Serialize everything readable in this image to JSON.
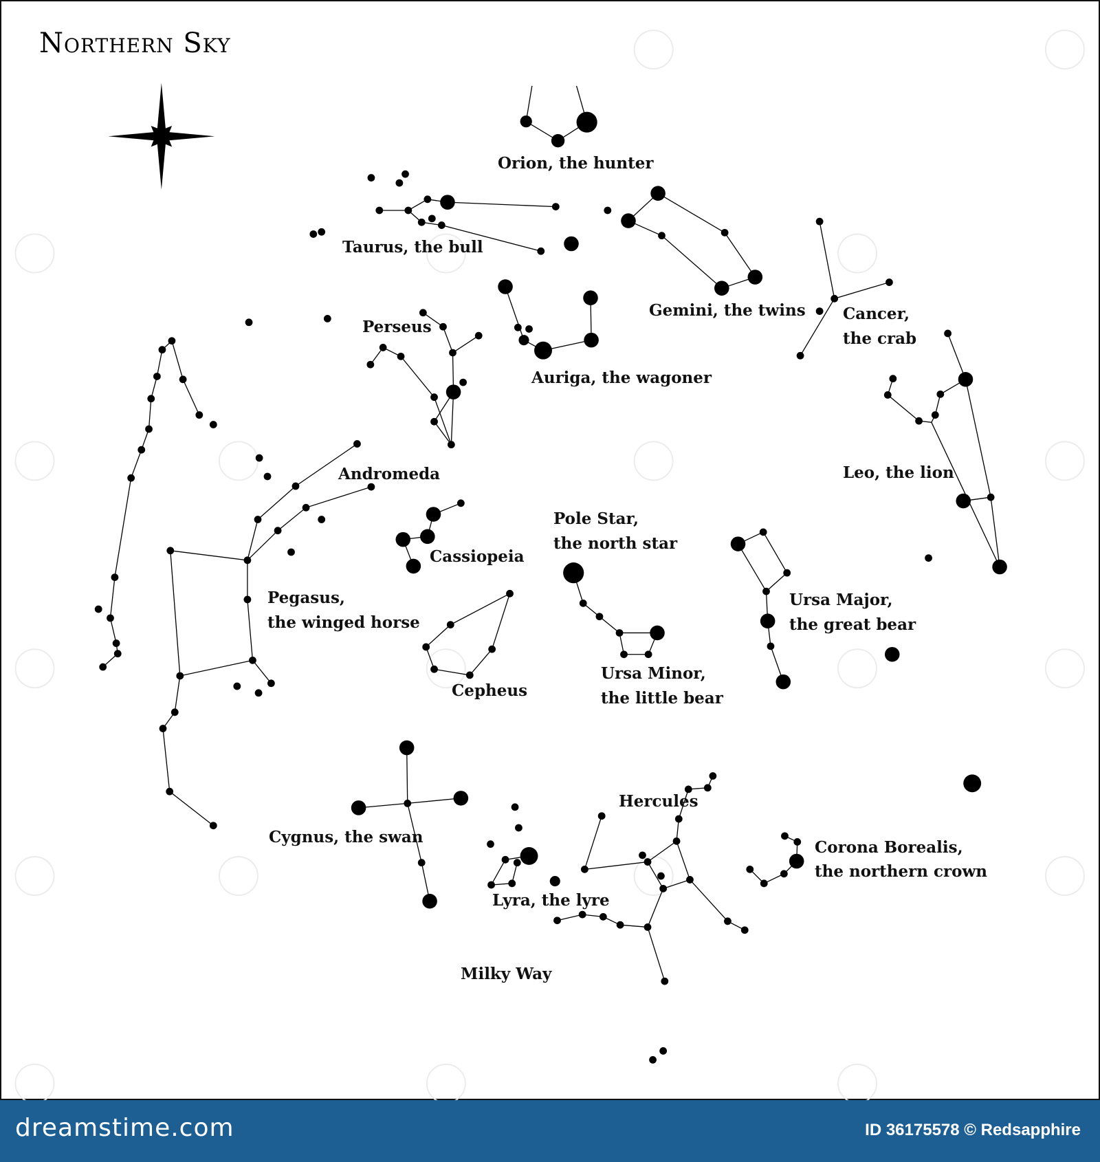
{
  "title": "Northern Sky",
  "labels": {
    "orion": "Orion, the hunter",
    "taurus": "Taurus, the bull",
    "gemini": "Gemini, the twins",
    "cancer_1": "Cancer,",
    "cancer_2": "the crab",
    "perseus": "Perseus",
    "auriga": "Auriga, the wagoner",
    "leo": "Leo, the lion",
    "andromeda": "Andromeda",
    "pole_1": "Pole Star,",
    "pole_2": "the north star",
    "cassiopeia": "Cassiopeia",
    "pegasus_1": "Pegasus,",
    "pegasus_2": "the winged horse",
    "ursa_major_1": "Ursa Major,",
    "ursa_major_2": "the great bear",
    "ursa_minor_1": "Ursa Minor,",
    "ursa_minor_2": "the little bear",
    "cepheus": "Cepheus",
    "hercules": "Hercules",
    "cygnus": "Cygnus, the swan",
    "corona_1": "Corona Borealis,",
    "corona_2": "the northern crown",
    "lyra": "Lyra, the lyre",
    "milky_way": "Milky Way"
  },
  "footer": {
    "brand": "dreamstime.com",
    "credit": "ID 36175578 © Redsapphire"
  },
  "colors": {
    "stars": "#000000",
    "footer_bg": "#1e5f93",
    "footer_text": "#ffffff"
  }
}
